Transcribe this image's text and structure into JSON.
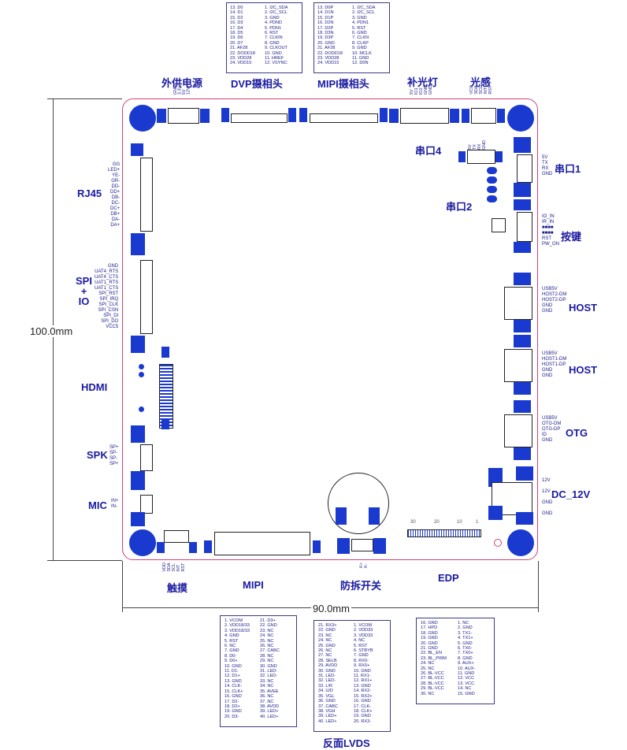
{
  "title_labels": {
    "ext_power": "外供电源",
    "dvp": "DVP摄相头",
    "mipi_cam": "MIPI摄相头",
    "fill_light": "补光灯",
    "light_sensor": "光感",
    "uart4": "串口4",
    "uart1": "串口1",
    "uart2": "串口2",
    "keys": "按键",
    "host1": "HOST",
    "host2": "HOST",
    "otg": "OTG",
    "dc12v": "DC_12V",
    "rj45": "RJ45",
    "spi_io": "SPI\n+\nIO",
    "hdmi": "HDMI",
    "spk": "SPK",
    "mic": "MIC",
    "touch": "触摸",
    "mipi": "MIPI",
    "tamper": "防拆开关",
    "edp": "EDP",
    "lvds_back": "反面LVDS"
  },
  "dimensions": {
    "height": "100.0mm",
    "width": "90.0mm"
  },
  "dvp_pins": {
    "left": "13. D0\n14. D1\n15. D2\n16. D3\n17. D4\n18. D5\n19. D6\n20. D7\n21. AF28\n22. DODD18\n23. VDD28\n24. VDD15",
    "right": "1. I2C_SDA\n2. I2C_SCL\n3. GND\n4. PDND\n5. PDN1\n6. RST\n7. CLKIN\n8. GND\n9. CLKOUT\n10. GND\n11. HREF\n12. VSYNC"
  },
  "mipi_cam_pins": {
    "left": "13. D0P\n14. D1N\n15. D1P\n16. D2N\n17. D2P\n18. D3N\n19. D3P\n20. GND\n21. AF28\n22. DODD18\n23. VDD28\n24. VDD15",
    "right": "1. I2C_SDA\n2. I2C_SCL\n3. GND\n4. PDN1\n5. RST\n6. GND\n7. CLKN\n8. CLKP\n9. GND\n10. MCLK\n11. GND\n12. D0N"
  },
  "ext_power_pins": "GND\n3.3V\n5V\n12V",
  "fill_light_pins": "5V\nIO1\nIO2\nGND\nGND",
  "light_sensor_pins": "VCC\nSDA\nSCL\nINT\nRST",
  "uart4_pins": "5V\nTX\nRX\nGND",
  "uart1_pins": "5V\nTX\nRX\nGND",
  "key_pins": "IO_IN\nIR_IN\n■■■■\n■■■■\nRST\nPW_ON",
  "host2_pins": "USB5V\nHOST2-DM\nHOST2-DP\nGND\nGND",
  "host1_pins": "USB5V\nHOST1-DM\nHOST1-DP\nGND\nGND",
  "otg_pins": "USB5V\nOTG-DM\nOTG-DP\nID\nGND",
  "dc_pins": "12V\n\n12V\n\nGND\n\nGND",
  "rj45_pins": "GG\nLED+\nYE-\nGR-\nDD-\nDD+\nDB-\nDC-\nDC+\nDB+\nDA-\nDA+",
  "spi_pins": "GND\nUAT4_RTS\nUAT4_CTS\nUAT1_RTS\nUAT1_CTS\nSPI_RST\nSPI_IRQ\nSPI_CLK\nSPI_CSN\nSPI_DI\nSPI_DO\nVCC5",
  "spk_pins": "SP+\nSP-\nSP-\nSP+",
  "mic_pins": "IN+\nIN-",
  "touch_pins": "VDD\nSDA\nSCL\nINT\nRST",
  "tamper_pins": "K+\nK-",
  "edp_ticks": [
    "30",
    "20",
    "10",
    "1"
  ],
  "mipi_table": {
    "left": "1. VCOM\n2. VDD18/33\n3. VDD18/33\n4. GND\n5. RST\n6. NC\n7. GND\n8. D0-\n9. D0+\n10. GND\n11. D1-\n12. D1+\n13. GND\n14. CLK-\n15. CLK+\n16. GND\n17. D2-\n18. D2+\n19. GND\n20. D3-",
    "right": "21. D3+\n22. GND\n23. NC\n24. NC\n25. NC\n26. NC\n27. CABC\n28. NC\n29. NC\n30. GND\n31. LED-\n32. LED-\n33. NC\n34. NC\n35. AVEE\n36. NC\n37. NC\n38. AVDD\n39. LED+\n40. LED+"
  },
  "lvds_table": {
    "left": "21. RX3+\n22. GND\n23. NC\n24. NC\n25. GND\n26. NC\n27. NC\n28. SELB\n29. AVDD\n30. GND\n31. LED-\n32. LED-\n33. L/R\n34. U/D\n35. VGL\n36. GND\n37. CABC\n38. VGH\n39. LED+\n40. LED+",
    "right": "1. VCOM\n2. VDD33\n3. VDD33\n4. NC\n5. RST\n6. STBYB\n7. GND\n8. RX0-\n9. RX0+\n10. GND\n11. RX1-\n12. RX1+\n13. GND\n14. RX2-\n15. RX2+\n16. GND\n17. CLK-\n18. CLK+\n19. GND\n20. RX3-"
  },
  "edp_table": {
    "left": "16. GND\n17. HPD\n18. GND\n19. GND\n20. GND\n21. GND\n22. BL_EN\n23. BL_PWM\n24. NC\n25. NC\n26. BL-VCC\n27. BL-VCC\n28. BL-VCC\n29. BL-VCC\n30. NC",
    "right": "1. NC\n2. GND\n3. TX1-\n4. TX1+\n5. GND\n6. TX0-\n7. TX0+\n8. GND\n9. AUX+\n10. AUX-\n11. GND\n12. VCC\n13. VCC\n14. NC\n15. GND"
  }
}
